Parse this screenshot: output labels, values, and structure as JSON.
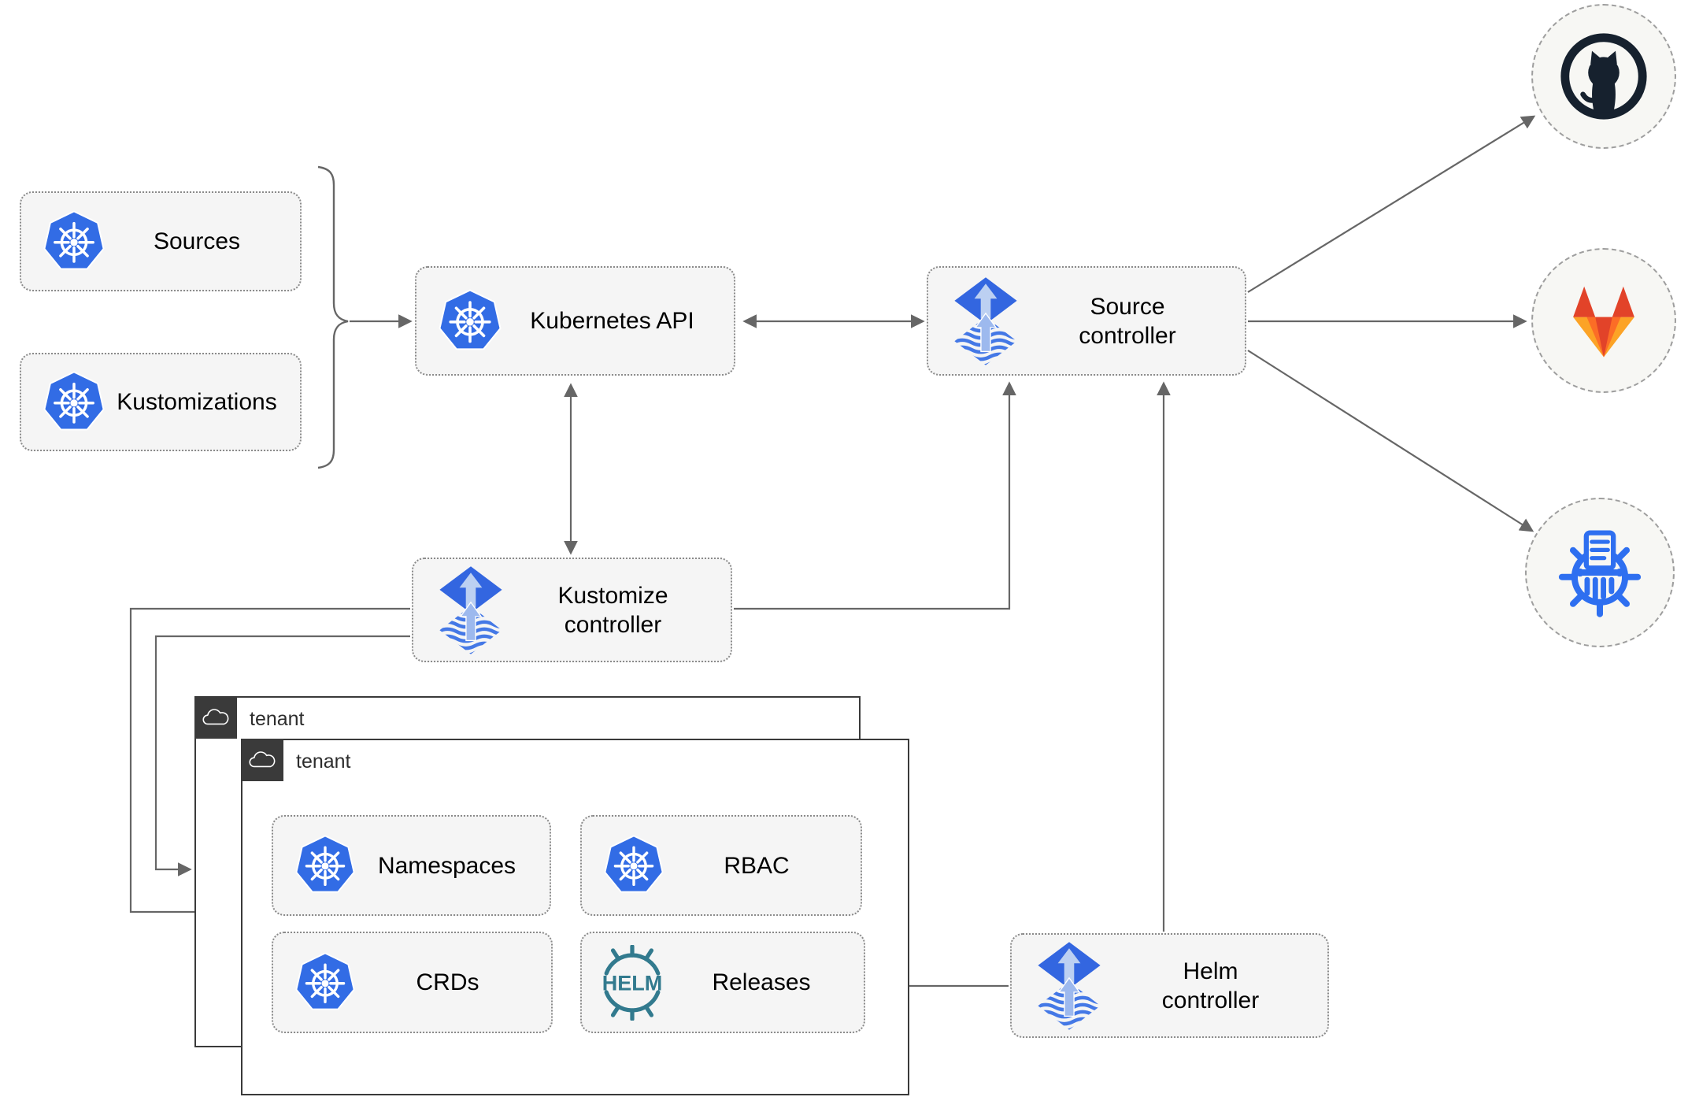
{
  "diagram_type": "architecture-diagram",
  "nodes": {
    "sources": "Sources",
    "kustomizations": "Kustomizations",
    "kubernetes_api": "Kubernetes API",
    "source_controller": "Source\ncontroller",
    "kustomize_controller": "Kustomize\ncontroller",
    "helm_controller": "Helm\ncontroller",
    "tenant_outer": "tenant",
    "tenant_inner": "tenant",
    "namespaces": "Namespaces",
    "rbac": "RBAC",
    "crds": "CRDs",
    "releases": "Releases"
  },
  "icons": {
    "helm_text": "HELM",
    "kubernetes": "kubernetes-wheel",
    "flux": "flux-diamond-arrow",
    "github": "github-octocat",
    "gitlab": "gitlab-fox",
    "helm_repository": "chartmuseum-wheel",
    "cloud": "cloud-outline"
  },
  "colors": {
    "kubernetes_blue": "#326ce5",
    "flux_blue": "#3366e0",
    "flux_arrow_light": "#bcd0f2",
    "helm_teal": "#327a8e",
    "github_dark": "#16212e",
    "gitlab_orange_dark": "#e24329",
    "gitlab_orange": "#fc6d26",
    "gitlab_orange_light": "#fca326",
    "chartmuseum_blue": "#2e6ff0",
    "connector_gray": "#666666",
    "node_fill": "#f5f5f5",
    "tenant_border": "#3a3a3a"
  },
  "edges": [
    {
      "from": "sources+kustomizations",
      "to": "kubernetes_api",
      "style": "arrow"
    },
    {
      "from": "kubernetes_api",
      "to": "source_controller",
      "style": "double-arrow"
    },
    {
      "from": "kubernetes_api",
      "to": "kustomize_controller",
      "style": "double-arrow"
    },
    {
      "from": "kustomize_controller",
      "to": "source_controller",
      "style": "arrow"
    },
    {
      "from": "kustomize_controller",
      "to": "tenant_inner",
      "style": "arrow"
    },
    {
      "from": "kustomize_controller",
      "to": "tenant_outer",
      "style": "arrow"
    },
    {
      "from": "helm_controller",
      "to": "source_controller",
      "style": "arrow"
    },
    {
      "from": "helm_controller",
      "to": "releases",
      "style": "arrow"
    },
    {
      "from": "source_controller",
      "to": "github",
      "style": "arrow"
    },
    {
      "from": "source_controller",
      "to": "gitlab",
      "style": "arrow"
    },
    {
      "from": "source_controller",
      "to": "helm_repository",
      "style": "arrow"
    }
  ]
}
